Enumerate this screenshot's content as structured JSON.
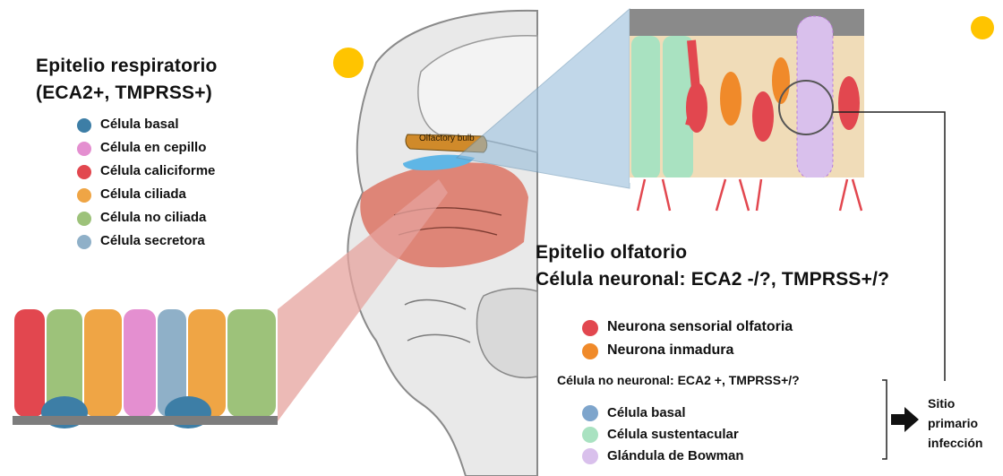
{
  "resp": {
    "title_line1": "Epitelio respiratorio",
    "title_line2": "(ECA2+, TMPRSS+)",
    "items": [
      {
        "label": "Célula basal",
        "color": "#3d7ea6"
      },
      {
        "label": "Célula en cepillo",
        "color": "#e48fd0"
      },
      {
        "label": "Célula caliciforme",
        "color": "#e2474f"
      },
      {
        "label": "Célula ciliada",
        "color": "#efa545"
      },
      {
        "label": "Célula no ciliada",
        "color": "#9dc27a"
      },
      {
        "label": "Célula secretora",
        "color": "#8fb0c8"
      }
    ]
  },
  "olf": {
    "title_line1": "Epitelio olfatorio",
    "title_line2": "Célula neuronal: ECA2 -/?, TMPRSS+/?",
    "neuronal_items": [
      {
        "label": "Neurona sensorial olfatoria",
        "color": "#e2474f"
      },
      {
        "label": "Neurona inmadura",
        "color": "#f08a2a"
      }
    ],
    "non_neuronal_title": "Célula no neuronal: ECA2 +, TMPRSS+/?",
    "non_neuronal_items": [
      {
        "label": "Célula basal",
        "color": "#7ea5cc"
      },
      {
        "label": "Célula sustentacular",
        "color": "#a9e2c1"
      },
      {
        "label": "Glándula de Bowman",
        "color": "#d9c0ec"
      }
    ]
  },
  "site": {
    "line1": "Sitio",
    "line2": "primario",
    "line3": "infección"
  },
  "bulb_label": "Olfactory bulb",
  "colors": {
    "yellow_dot": "#ffc400",
    "nasal_mucosa": "#dd7a6a",
    "olfactory_patch": "#5fb6e6",
    "zoom_blue": "#8fb8d8"
  }
}
